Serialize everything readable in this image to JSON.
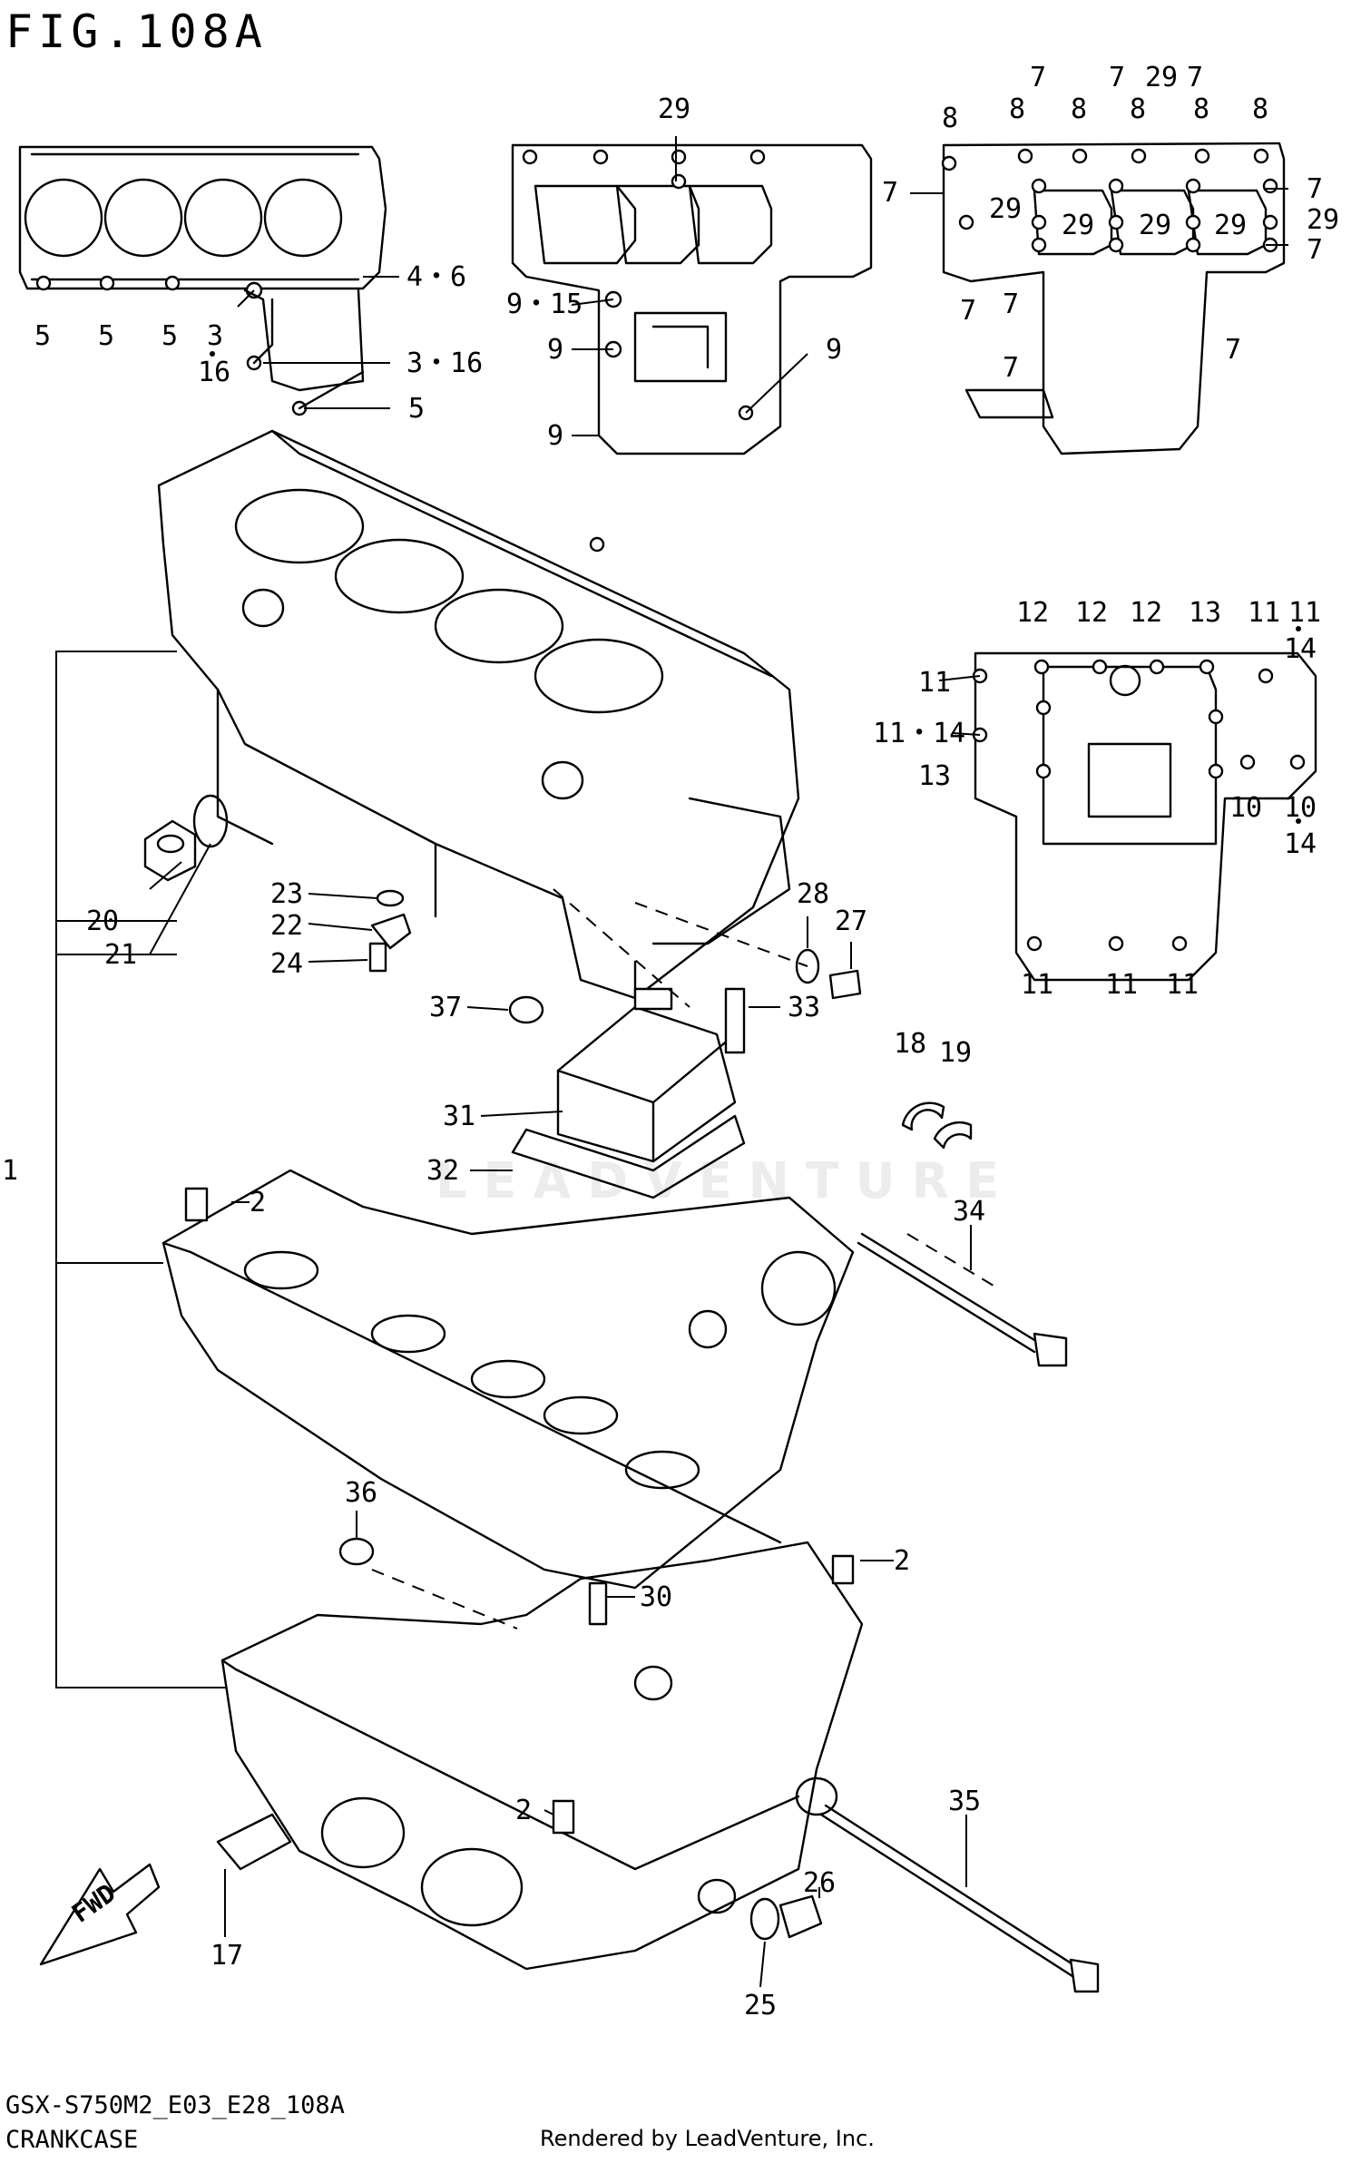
{
  "figure": {
    "title": "FIG.108A",
    "code": "GSX-S750M2_E03_E28_108A",
    "name": "CRANKCASE",
    "credit": "Rendered by LeadVenture, Inc.",
    "watermark": "LEADVENTURE"
  },
  "fwd_label": "FWD",
  "callouts": [
    {
      "text": "4・6"
    },
    {
      "text": "5"
    },
    {
      "text": "5"
    },
    {
      "text": "5"
    },
    {
      "text": "3"
    },
    {
      "text": "16"
    },
    {
      "text": "3・16"
    },
    {
      "text": "5"
    },
    {
      "text": "29"
    },
    {
      "text": "9・15"
    },
    {
      "text": "9"
    },
    {
      "text": "9"
    },
    {
      "text": "9"
    },
    {
      "text": "7"
    },
    {
      "text": "7"
    },
    {
      "text": "29"
    },
    {
      "text": "7"
    },
    {
      "text": "8"
    },
    {
      "text": "8"
    },
    {
      "text": "8"
    },
    {
      "text": "8"
    },
    {
      "text": "8"
    },
    {
      "text": "8"
    },
    {
      "text": "7"
    },
    {
      "text": "29"
    },
    {
      "text": "29"
    },
    {
      "text": "29"
    },
    {
      "text": "29"
    },
    {
      "text": "7"
    },
    {
      "text": "29"
    },
    {
      "text": "7"
    },
    {
      "text": "7"
    },
    {
      "text": "7"
    },
    {
      "text": "7"
    },
    {
      "text": "7"
    },
    {
      "text": "12"
    },
    {
      "text": "12"
    },
    {
      "text": "12"
    },
    {
      "text": "13"
    },
    {
      "text": "11"
    },
    {
      "text": "11"
    },
    {
      "text": "14"
    },
    {
      "text": "11"
    },
    {
      "text": "11・14"
    },
    {
      "text": "13"
    },
    {
      "text": "10"
    },
    {
      "text": "10"
    },
    {
      "text": "14"
    },
    {
      "text": "11"
    },
    {
      "text": "11"
    },
    {
      "text": "11"
    },
    {
      "text": "20"
    },
    {
      "text": "21"
    },
    {
      "text": "1"
    },
    {
      "text": "23"
    },
    {
      "text": "22"
    },
    {
      "text": "24"
    },
    {
      "text": "28"
    },
    {
      "text": "27"
    },
    {
      "text": "37"
    },
    {
      "text": "33"
    },
    {
      "text": "31"
    },
    {
      "text": "32"
    },
    {
      "text": "18"
    },
    {
      "text": "19"
    },
    {
      "text": "2"
    },
    {
      "text": "34"
    },
    {
      "text": "36"
    },
    {
      "text": "2"
    },
    {
      "text": "30"
    },
    {
      "text": "2"
    },
    {
      "text": "35"
    },
    {
      "text": "26"
    },
    {
      "text": "17"
    },
    {
      "text": "25"
    }
  ]
}
